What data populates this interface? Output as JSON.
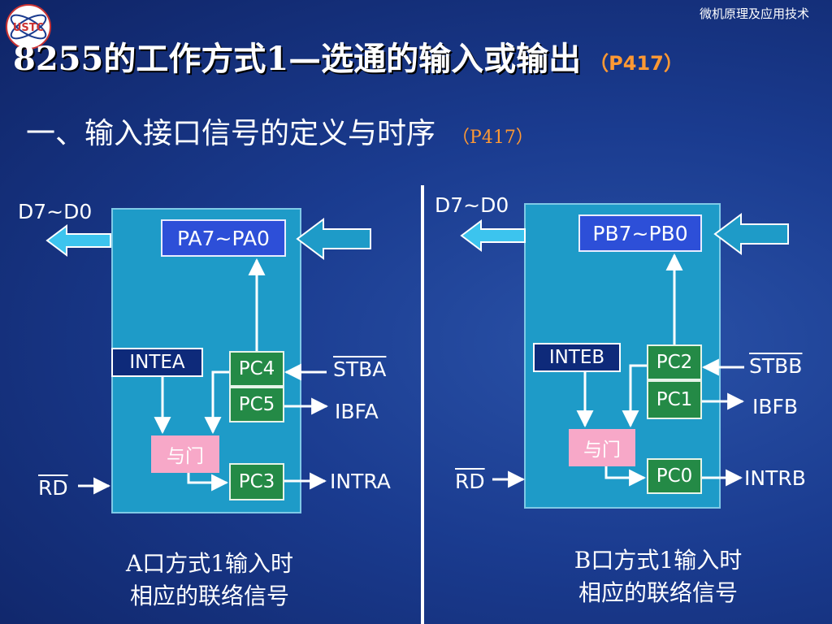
{
  "header": {
    "course": "微机原理及应用技术",
    "title": "8255的工作方式1—选通的输入或输出",
    "title_ref": "（P417）"
  },
  "subtitle": {
    "text": "一、输入接口信号的定义与时序",
    "ref": "（P417）"
  },
  "logo": {
    "text": "USTC"
  },
  "port_a": {
    "data_bus": "D7~D0",
    "register": "PA7~PA0",
    "inte": "INTEA",
    "pc_strobe": "PC4",
    "pc_ibf": "PC5",
    "pc_intr": "PC3",
    "gate": "与门",
    "sig_strobe": "STBA",
    "sig_ibf": "IBFA",
    "sig_intr": "INTRA",
    "sig_rd": "RD",
    "caption_line1": "A口方式1输入时",
    "caption_line2": "相应的联络信号"
  },
  "port_b": {
    "data_bus": "D7~D0",
    "register": "PB7~PB0",
    "inte": "INTEB",
    "pc_strobe": "PC2",
    "pc_ibf": "PC1",
    "pc_intr": "PC0",
    "gate": "与门",
    "sig_strobe": "STBB",
    "sig_ibf": "IBFB",
    "sig_intr": "INTRB",
    "sig_rd": "RD",
    "caption_line1": "B口方式1输入时",
    "caption_line2": "相应的联络信号"
  },
  "colors": {
    "panel": "#1e9bc8",
    "register": "#2d4fd8",
    "pc_box": "#248a46",
    "gate": "#f7a8c8",
    "accent": "#ff9933"
  }
}
